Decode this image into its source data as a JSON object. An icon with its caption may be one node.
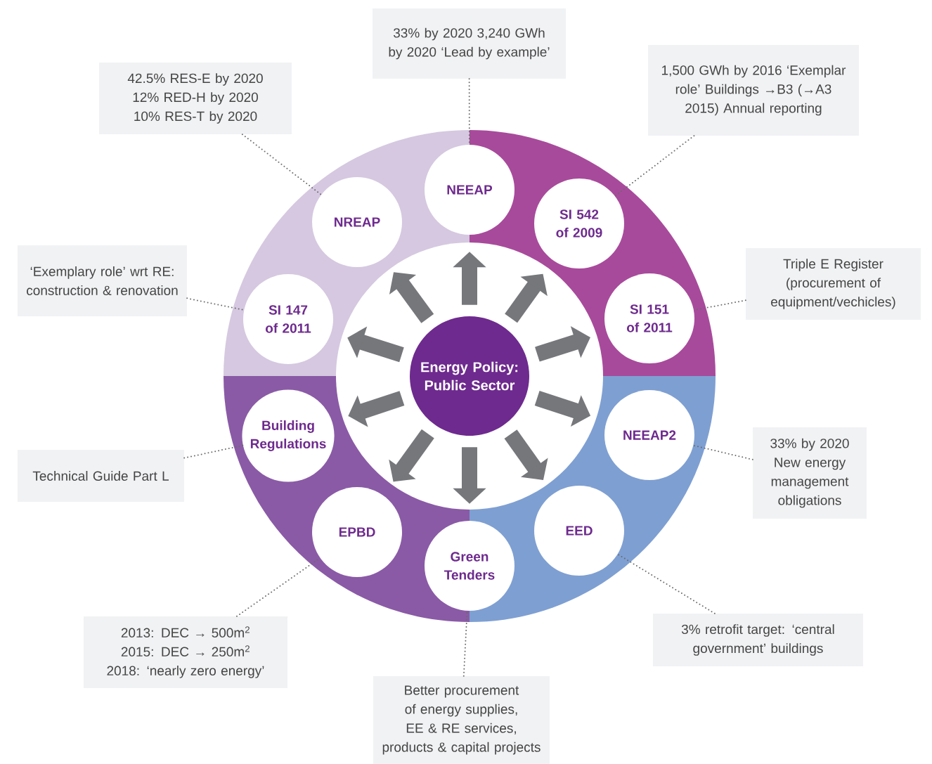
{
  "diagram": {
    "nodes": [
      {
        "text": [
          "Energy Policy: Public Sector"
        ]
      },
      {
        "text": [
          "NEEAP"
        ]
      },
      {
        "text": [
          "SI 542 of 2009"
        ]
      },
      {
        "text": [
          "SI 151 of 2011"
        ]
      },
      {
        "text": [
          "NEEAP2"
        ]
      },
      {
        "text": [
          "EED"
        ]
      },
      {
        "text": [
          "Green Tenders"
        ]
      },
      {
        "text": [
          "EPBD"
        ]
      },
      {
        "text": [
          "Building Regulations"
        ]
      },
      {
        "text": [
          "SI 147 of 2011"
        ]
      },
      {
        "text": [
          "NREAP"
        ]
      },
      {
        "text": [
          "33% by 2020 3,240 GWh by 2020 ‘Lead by example’"
        ]
      },
      {
        "text": [
          "1,500 GWh by 2016 ‘Exemplar role’ Buildings →B3 (→A3 2015) Annual reporting"
        ]
      },
      {
        "text": [
          "Triple E Register (procurement of equipment/vechicles)"
        ]
      },
      {
        "text": [
          "33% by 2020 New energy management obligations"
        ]
      },
      {
        "text": [
          "3% retrofit target: ‘central government’ buildings"
        ]
      },
      {
        "text": [
          "Better procurement of energy supplies, EE & RE services, products & capital projects"
        ]
      },
      {
        "text": [
          "2013: DEC → 500m$^{2}$ 2015: DEC → 250m$^{2}$ 2018: ‘nearly zero energy’"
        ]
      },
      {
        "text": [
          "Technical Guide Part L"
        ]
      },
      {
        "text": [
          "‘Exemplary role’ wrt RE: construction & renovation"
        ]
      },
      {
        "text": [
          "42.5% RES-E by 2020 12% RED-H by 2020 10% RES-T by 2020"
        ]
      }
    ],
    "edges": [
      {
        "from": 0,
        "to": 1,
        "arrow": "to",
        "style": "thick",
        "color": "#76777b"
      },
      {
        "from": 0,
        "to": 2,
        "arrow": "to",
        "style": "thick",
        "color": "#76777b"
      },
      {
        "from": 0,
        "to": 3,
        "arrow": "to",
        "style": "thick",
        "color": "#76777b"
      },
      {
        "from": 0,
        "to": 4,
        "arrow": "to",
        "style": "thick",
        "color": "#76777b"
      },
      {
        "from": 0,
        "to": 5,
        "arrow": "to",
        "style": "thick",
        "color": "#76777b"
      },
      {
        "from": 0,
        "to": 6,
        "arrow": "to",
        "style": "thick",
        "color": "#76777b"
      },
      {
        "from": 0,
        "to": 7,
        "arrow": "to",
        "style": "thick",
        "color": "#76777b"
      },
      {
        "from": 0,
        "to": 8,
        "arrow": "to",
        "style": "thick",
        "color": "#76777b"
      },
      {
        "from": 0,
        "to": 9,
        "arrow": "to",
        "style": "thick",
        "color": "#76777b"
      },
      {
        "from": 0,
        "to": 10,
        "arrow": "to",
        "style": "thick",
        "color": "#76777b"
      },
      {
        "from": 11,
        "to": 1,
        "arrow": "none",
        "style": "dashed"
      },
      {
        "from": 12,
        "to": 2,
        "arrow": "none",
        "style": "dashed"
      },
      {
        "from": 13,
        "to": 3,
        "arrow": "none",
        "style": "dashed"
      },
      {
        "from": 14,
        "to": 4,
        "arrow": "none",
        "style": "dashed"
      },
      {
        "from": 15,
        "to": 5,
        "arrow": "none",
        "style": "dashed"
      },
      {
        "from": 16,
        "to": 6,
        "arrow": "none",
        "style": "dashed"
      },
      {
        "from": 17,
        "to": 7,
        "arrow": "none",
        "style": "dashed"
      },
      {
        "from": 18,
        "to": 8,
        "arrow": "none",
        "style": "dashed"
      },
      {
        "from": 19,
        "to": 9,
        "arrow": "none",
        "style": "dashed"
      },
      {
        "from": 20,
        "to": 10,
        "arrow": "none",
        "style": "dashed"
      }
    ]
  }
}
